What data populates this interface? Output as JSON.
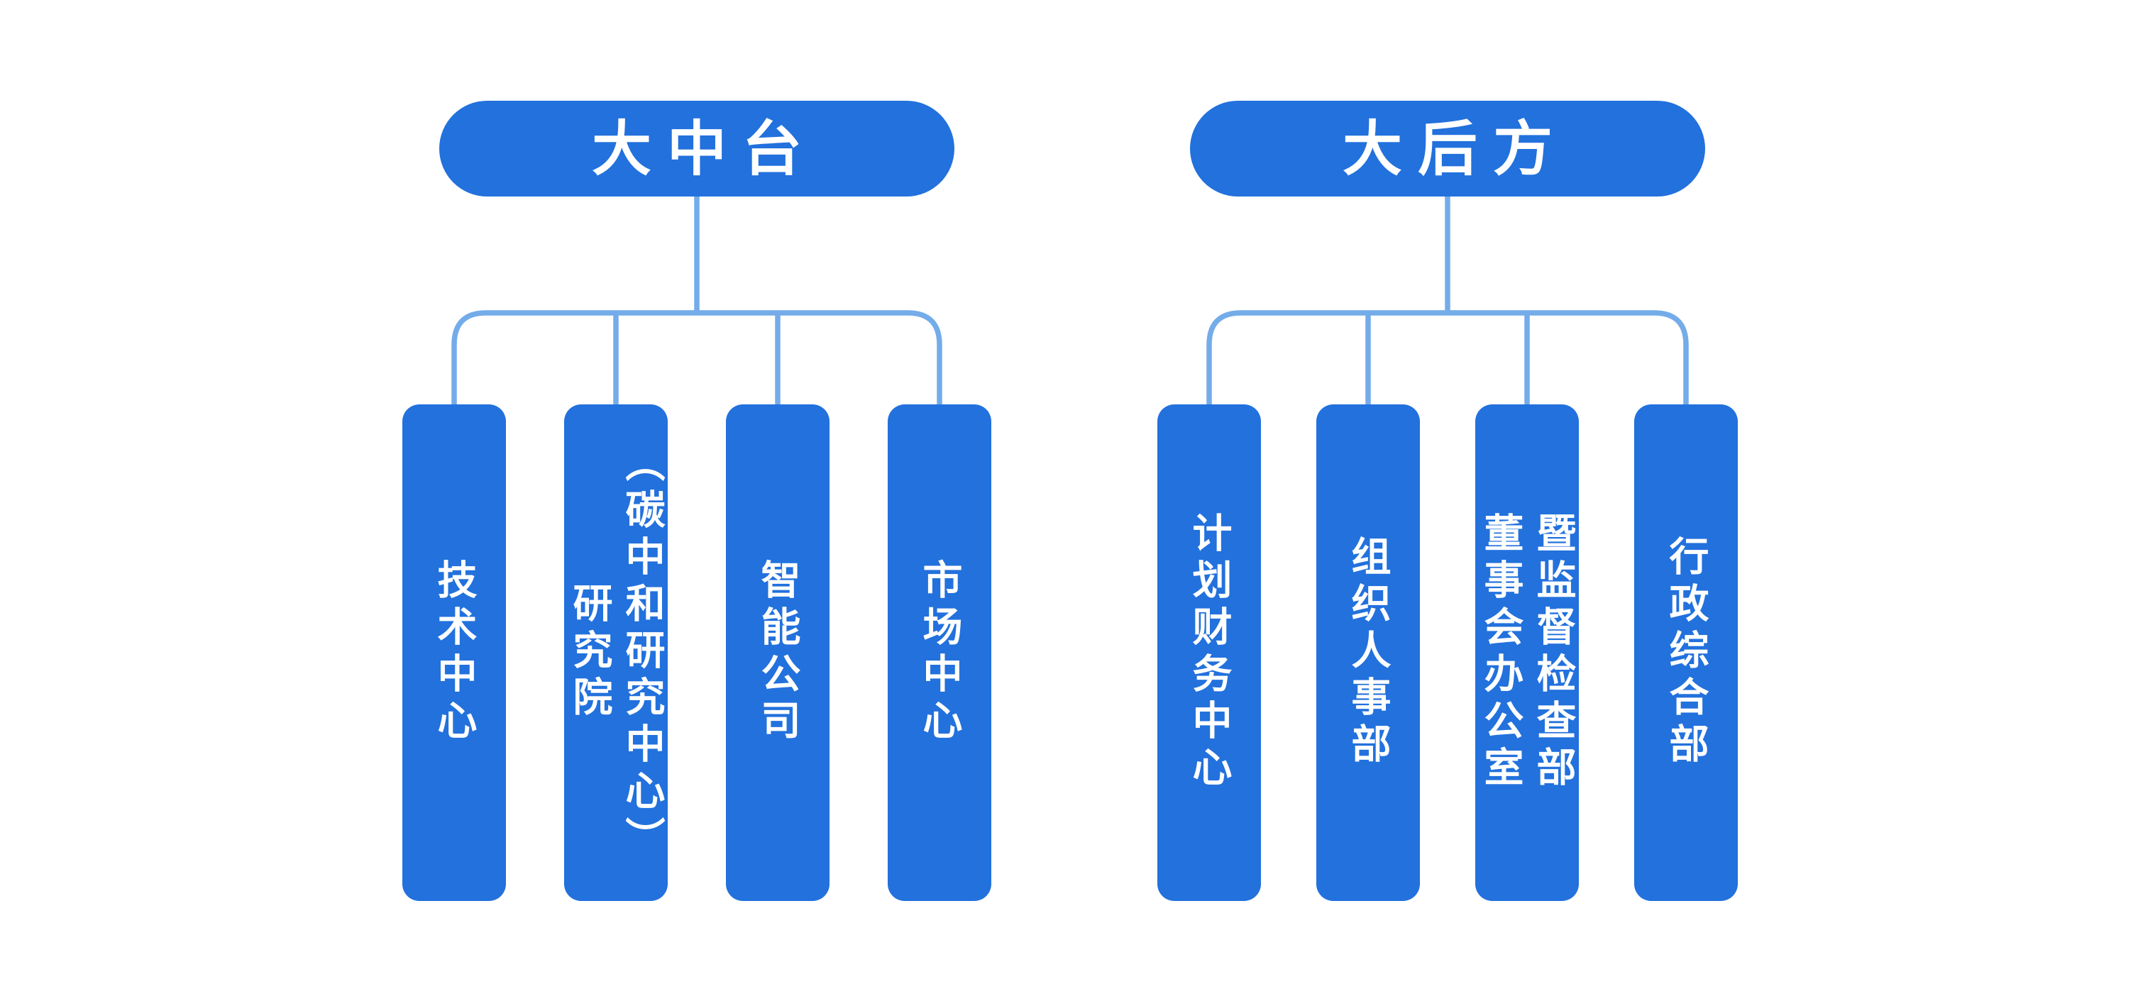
{
  "colors": {
    "node_fill": "#2271DD",
    "node_text": "#FFFFFF",
    "connector": "#74ACE9",
    "background": "#FFFFFF"
  },
  "diagram": {
    "type": "org-chart",
    "groups": [
      {
        "root": {
          "label": "大中台"
        },
        "children": [
          {
            "label": "技术中心",
            "display": "技术中心"
          },
          {
            "label": "研究院（碳中和研究中心）",
            "display": "研究院\n（碳中和研究中心）"
          },
          {
            "label": "智能公司",
            "display": "智能公司"
          },
          {
            "label": "市场中心",
            "display": "市场中心"
          }
        ]
      },
      {
        "root": {
          "label": "大后方"
        },
        "children": [
          {
            "label": "计划财务中心",
            "display": "计划财务中心"
          },
          {
            "label": "组织人事部",
            "display": "组织人事部"
          },
          {
            "label": "董事会办公室暨监督检查部",
            "display": "董事会办公室\n暨监督检查部"
          },
          {
            "label": "行政综合部",
            "display": "行政综合部"
          }
        ]
      }
    ]
  }
}
